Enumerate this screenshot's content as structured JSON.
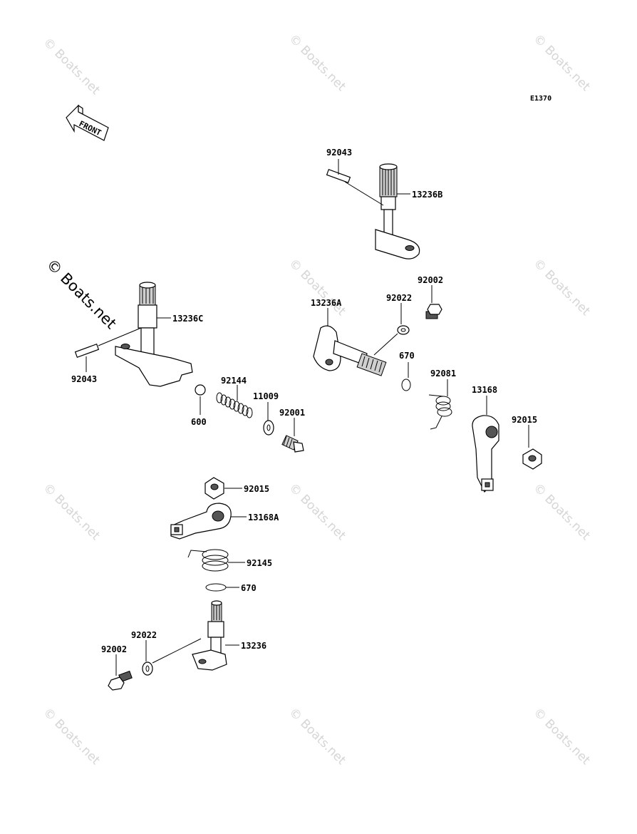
{
  "diagram_code": "E1370",
  "front_label": "FRONT",
  "watermark": "© Boats.net",
  "parts": {
    "p92043_top": "92043",
    "p13236B": "13236B",
    "p92002_top": "92002",
    "p92022_top": "92022",
    "p13236A": "13236A",
    "p670_top": "670",
    "p92081": "92081",
    "p13168": "13168",
    "p92015_right": "92015",
    "p13236C": "13236C",
    "p92043_left": "92043",
    "p92144": "92144",
    "p11009": "11009",
    "p600": "600",
    "p92001": "92001",
    "p92015_mid": "92015",
    "p13168A": "13168A",
    "p92145": "92145",
    "p670_bottom": "670",
    "p13236": "13236",
    "p92022_bottom": "92022",
    "p92002_bottom": "92002"
  }
}
